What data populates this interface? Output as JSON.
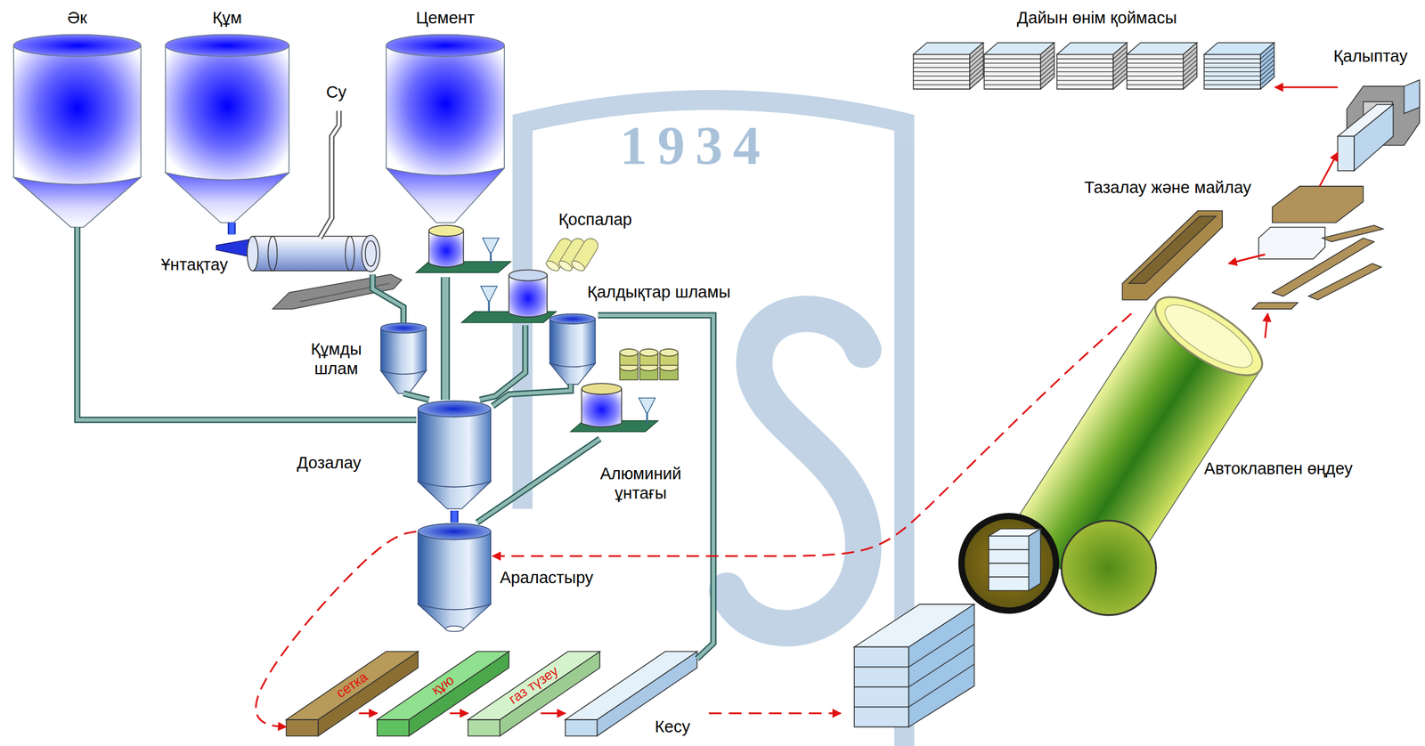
{
  "diagram": {
    "nodes": [
      {
        "text": [
          "Әк"
        ]
      },
      {
        "text": [
          "Құм"
        ]
      },
      {
        "text": [
          "Ұнтақтау"
        ]
      },
      {
        "text": [
          "Құмды шлам"
        ]
      },
      {
        "text": [
          "Цемент"
        ]
      },
      {
        "text": [
          "Қоспалар"
        ]
      },
      {
        "text": [
          "Қалдықтар шламы"
        ]
      },
      {
        "text": [
          "Дозалау"
        ]
      },
      {
        "text": [
          "Алюминий ұнтағы"
        ]
      },
      {
        "text": [
          "Араластыру"
        ]
      },
      {
        "text": [
          "сетка"
        ]
      },
      {
        "text": [
          "құю"
        ]
      },
      {
        "text": [
          "газ түзеу"
        ]
      },
      {
        "text": [
          "Кесу"
        ]
      },
      {
        "text": [
          "Автоклавпен өңдеу"
        ]
      },
      {
        "text": [
          "Тазалау және майлау"
        ]
      },
      {
        "text": [
          "Қалыптау"
        ]
      },
      {
        "text": [
          "Дайын өнім қоймасы"
        ]
      }
    ],
    "edges": [
      {
        "from": 0,
        "to": 7,
        "arrow": "none"
      },
      {
        "from": 1,
        "to": 2,
        "arrow": "none"
      },
      {
        "from": 2,
        "to": 3,
        "arrow": "none"
      },
      {
        "from": 3,
        "to": 7,
        "arrow": "none"
      },
      {
        "from": 4,
        "to": 7,
        "arrow": "none"
      },
      {
        "from": 5,
        "to": 7,
        "arrow": "none"
      },
      {
        "from": 6,
        "to": 7,
        "arrow": "none"
      },
      {
        "from": 7,
        "to": 9,
        "arrow": "none"
      },
      {
        "from": 8,
        "to": 9,
        "arrow": "none"
      },
      {
        "from": 13,
        "to": 6,
        "arrow": "none"
      },
      {
        "from": 9,
        "to": 10,
        "arrow": "to"
      },
      {
        "from": 10,
        "to": 11,
        "arrow": "to"
      },
      {
        "from": 11,
        "to": 12,
        "arrow": "to"
      },
      {
        "from": 12,
        "to": 13,
        "arrow": "to"
      },
      {
        "from": 14,
        "to": 15,
        "arrow": "to"
      },
      {
        "from": 15,
        "to": 16,
        "arrow": "to"
      },
      {
        "from": 16,
        "to": 17,
        "arrow": "to"
      },
      {
        "from": 15,
        "to": 9,
        "arrow": "to"
      }
    ],
    "labels": [
      "Су",
      "1934"
    ]
  }
}
